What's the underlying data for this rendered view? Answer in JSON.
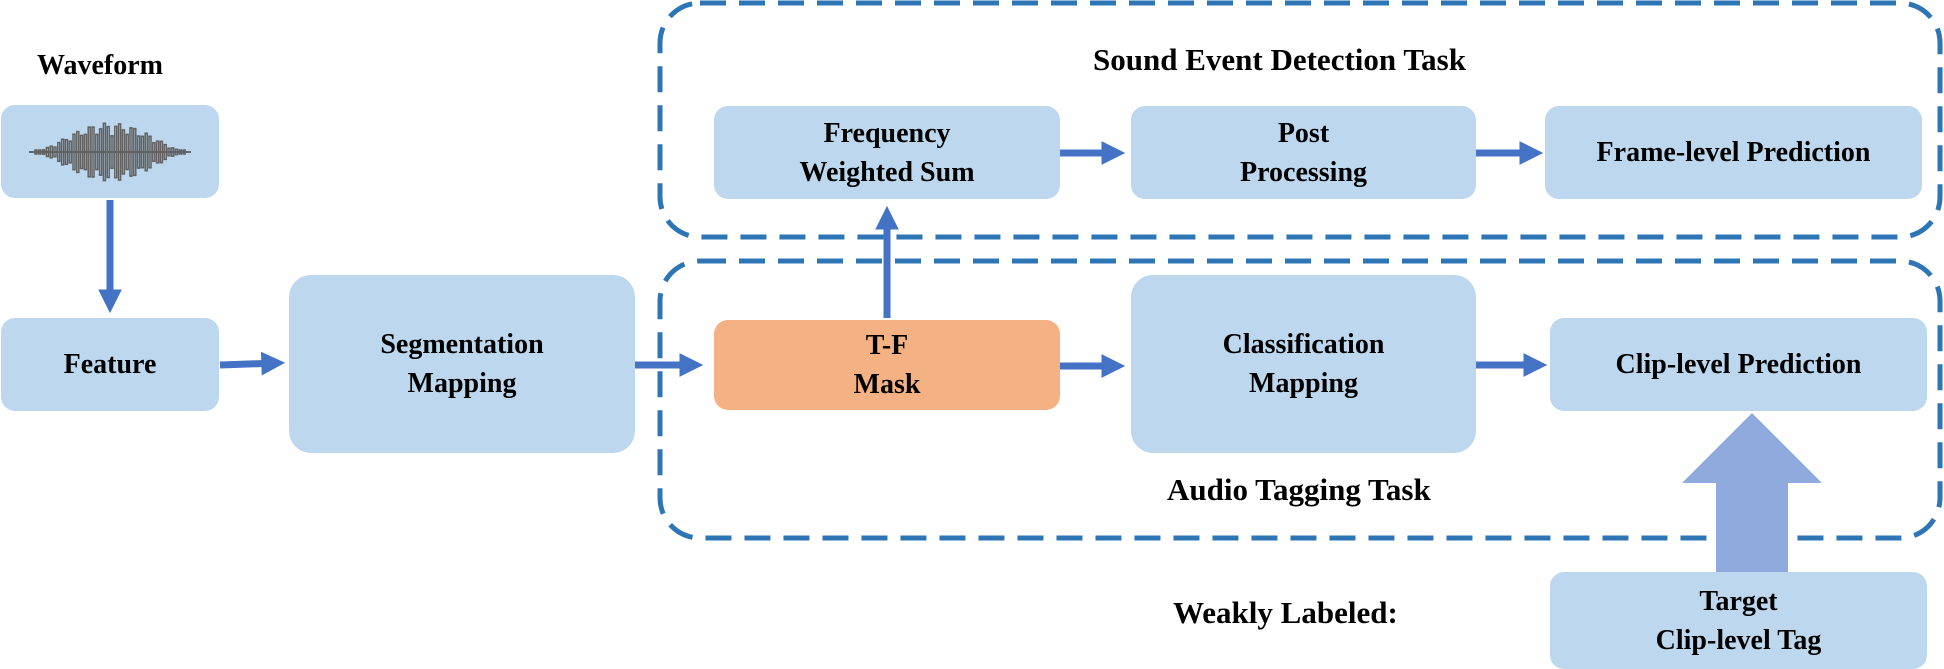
{
  "colors": {
    "box_fill": "#bdd7ee",
    "mask_fill": "#f4b183",
    "arrow": "#4472c4",
    "dashed_border": "#2e75b6",
    "big_arrow": "#8faadc"
  },
  "waveform": {
    "title": "Waveform",
    "icon": "waveform-icon"
  },
  "nodes": {
    "feature": "Feature",
    "segmentation": {
      "line1": "Segmentation",
      "line2": "Mapping"
    },
    "tf_mask": {
      "line1": "T-F",
      "line2": "Mask"
    },
    "frequency_weighted_sum": {
      "line1": "Frequency",
      "line2": "Weighted Sum"
    },
    "post_processing": {
      "line1": "Post",
      "line2": "Processing"
    },
    "frame_level_prediction": "Frame-level Prediction",
    "classification": {
      "line1": "Classification",
      "line2": "Mapping"
    },
    "clip_level_prediction": "Clip-level Prediction",
    "target": {
      "line1": "Target",
      "line2": "Clip-level Tag"
    }
  },
  "tasks": {
    "sed": "Sound Event Detection Task",
    "at": "Audio Tagging Task"
  },
  "weakly_labeled": "Weakly Labeled:"
}
